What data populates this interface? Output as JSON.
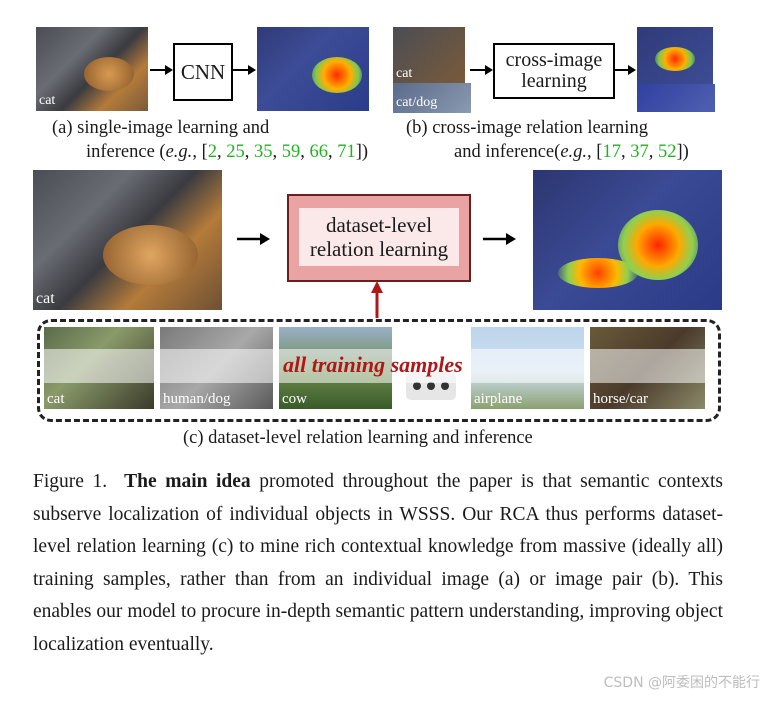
{
  "panel_a": {
    "input_label": "cat",
    "model_label": "CNN",
    "caption_line1": "(a) single-image learning and",
    "caption_line2_text": "inference (",
    "caption_eg": "e.g.",
    "caption_comma": ", [",
    "refs": [
      "2",
      "25",
      "35",
      "59",
      "66",
      "71"
    ],
    "caption_end": "])"
  },
  "panel_b": {
    "input_labels": [
      "cat",
      "cat/dog"
    ],
    "model_label_line1": "cross-image",
    "model_label_line2": "learning",
    "caption_line1": "(b) cross-image relation learning",
    "caption_line2_text": "and inference(",
    "caption_eg": "e.g.",
    "caption_comma": ", [",
    "refs": [
      "17",
      "37",
      "52"
    ],
    "caption_end": "])"
  },
  "panel_c": {
    "input_label": "cat",
    "model_label_line1": "dataset-level",
    "model_label_line2": "relation learning",
    "strip_overlay_text": "all training samples",
    "strip_labels": [
      "cat",
      "human/dog",
      "cow",
      "airplane",
      "horse/car"
    ],
    "caption": "(c) dataset-level relation learning and inference"
  },
  "figure_caption": {
    "label": "Figure 1.",
    "bold": "The main idea",
    "rest": " promoted throughout the paper is that semantic contexts subserve localization of individual objects in WSSS. Our RCA thus performs dataset-level relation learning (c) to mine rich contextual knowledge from massive (ideally all) training samples, rather than from an individual image (a) or image pair (b). This enables our model to procure in-depth semantic pattern understanding, improving object localization eventually."
  },
  "watermark": "CSDN @阿委困的不能行",
  "colors": {
    "ref_green": "#1fb41f",
    "dataset_box_fill": "#e9a3a3",
    "dataset_box_border": "#6b1f1f",
    "overlay_text": "#b01818",
    "up_arrow": "#b01818"
  }
}
